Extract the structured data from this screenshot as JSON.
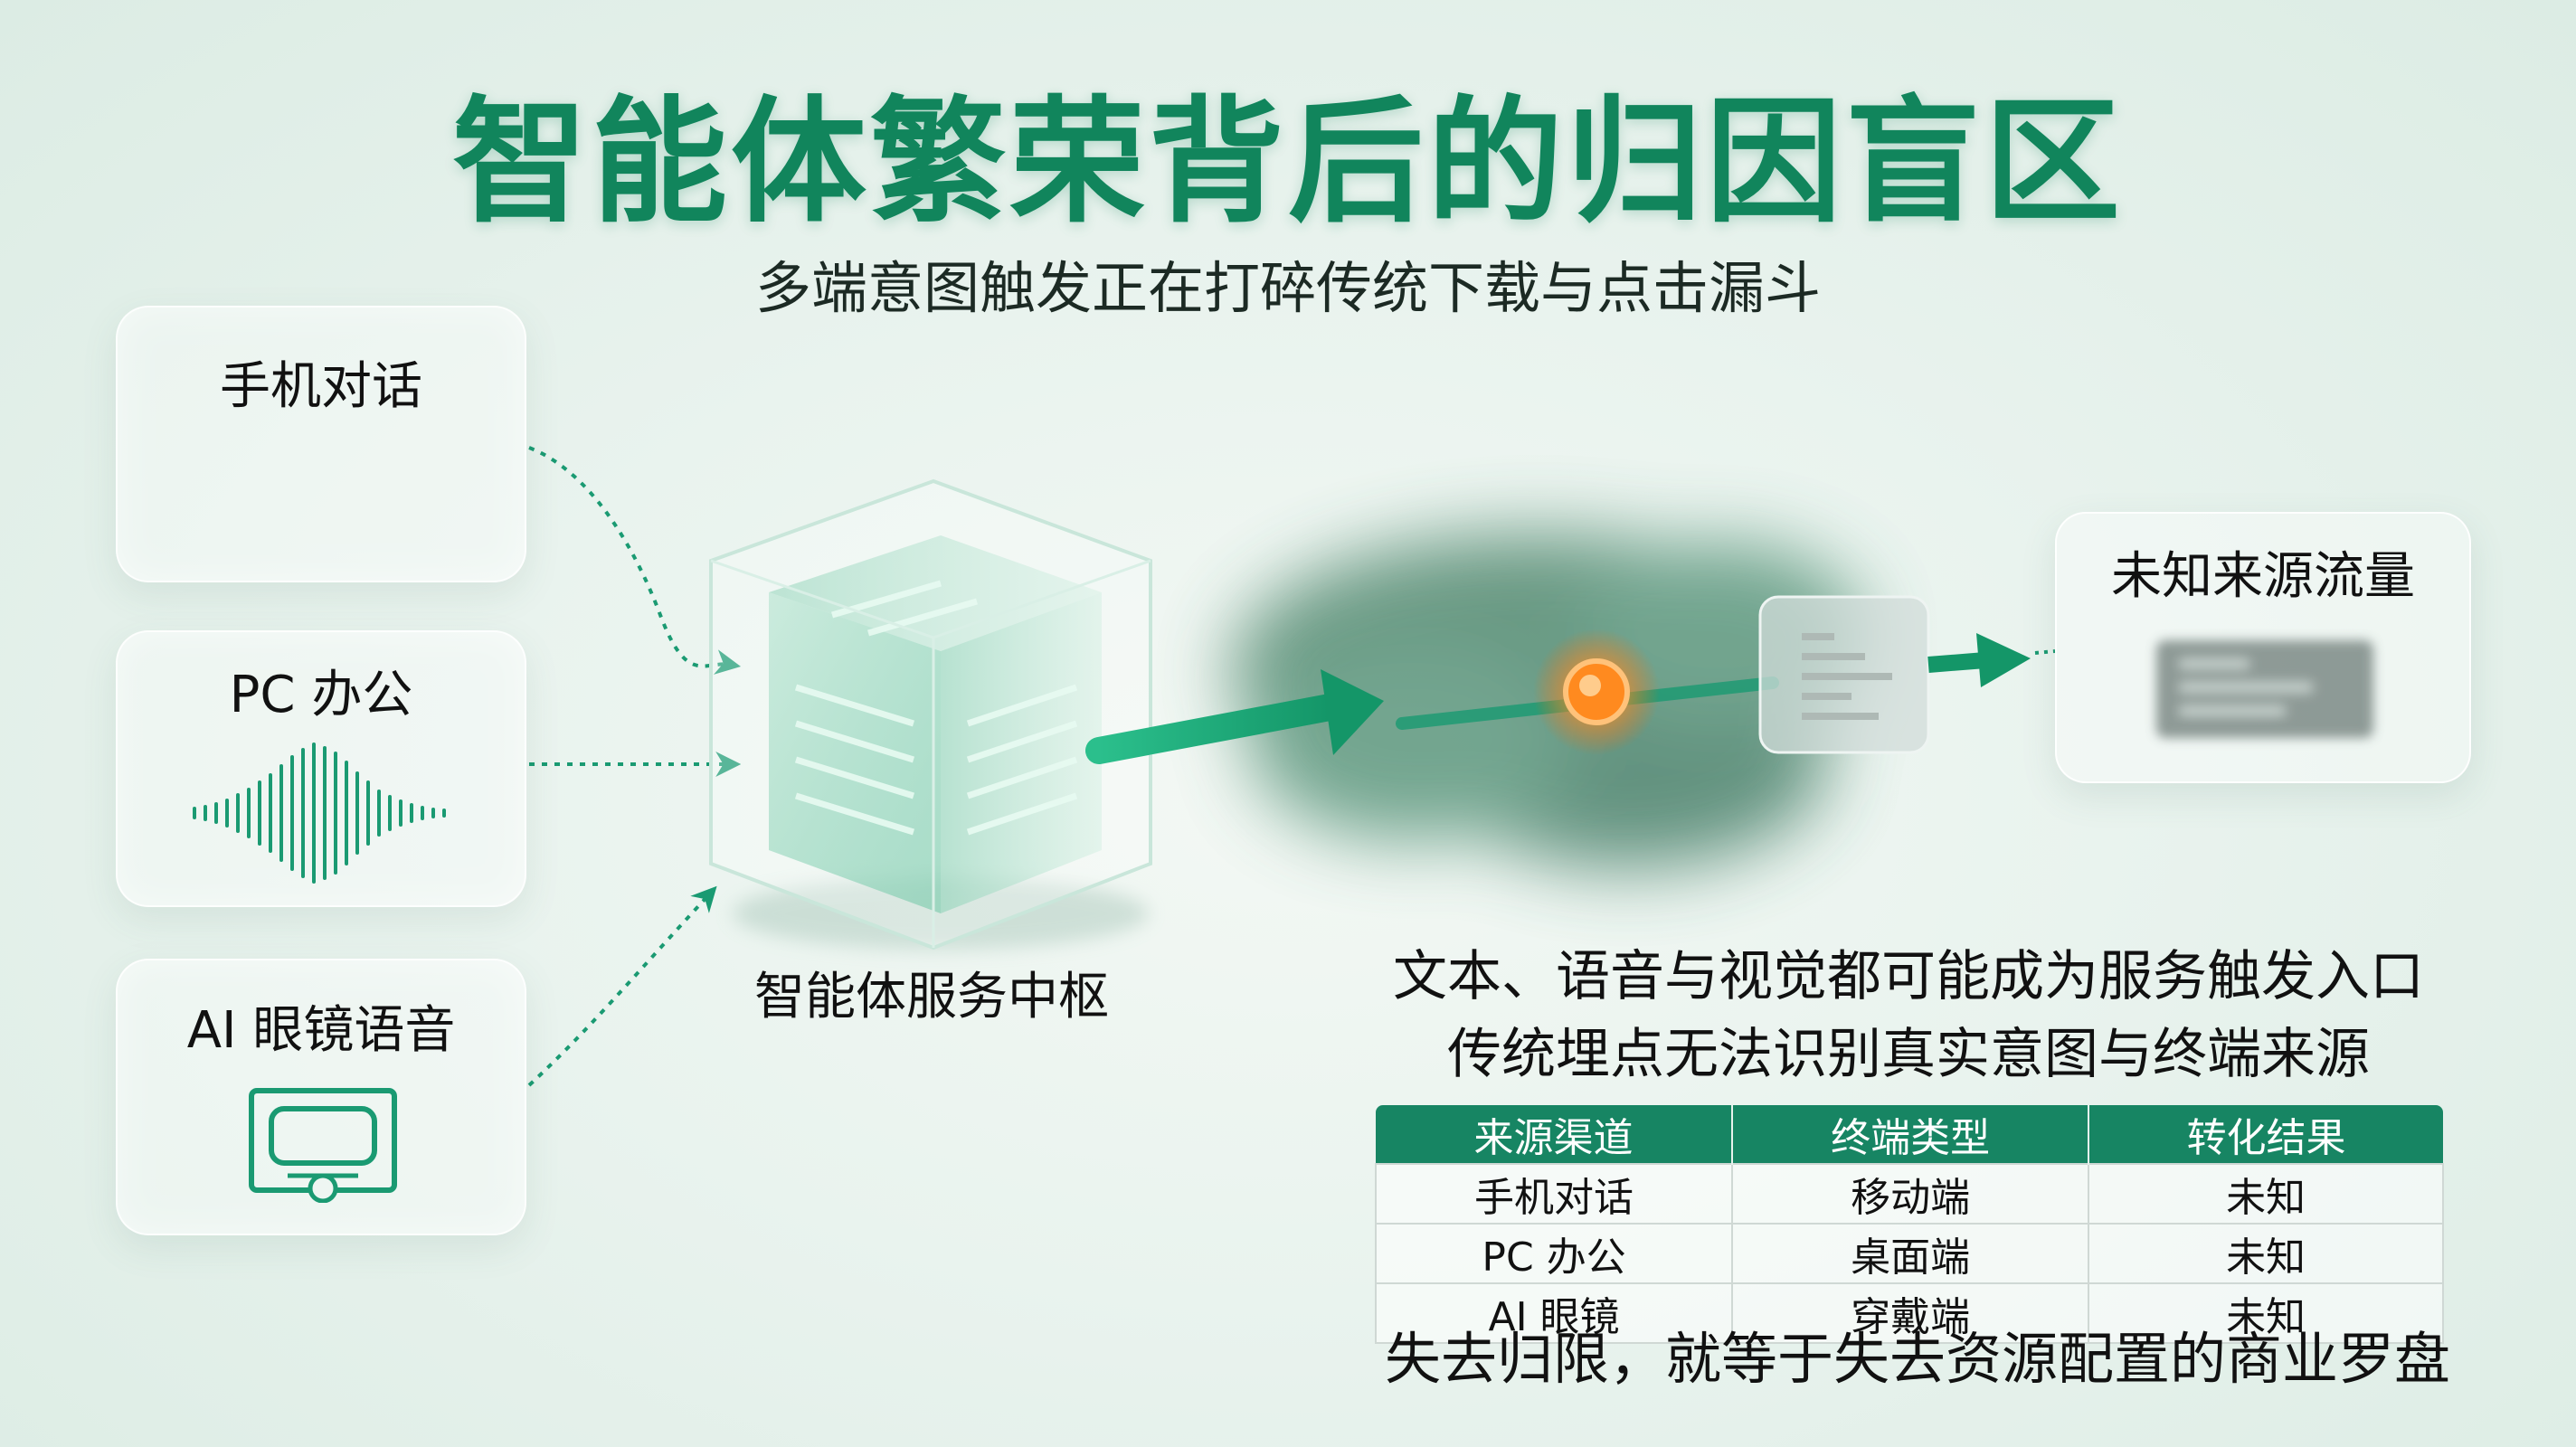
{
  "header": {
    "title": "智能体繁荣背后的归因盲区",
    "subtitle": "多端意图触发正在打碎传统下载与点击漏斗"
  },
  "sources": [
    {
      "label": "手机对话",
      "icon": "chat-icon"
    },
    {
      "label": "PC 办公",
      "icon": "waveform-icon"
    },
    {
      "label": "AI 眼镜语音",
      "icon": "ar-glasses-icon"
    }
  ],
  "hub": {
    "label": "智能体服务中枢",
    "icon": "glass-cube-icon"
  },
  "unknown": {
    "label": "未知来源流量",
    "icon": "blurred-dashboard-icon"
  },
  "notes": {
    "line1": "文本、语音与视觉都可能成为服务触发入口",
    "line2": "传统埋点无法识别真实意图与终端来源"
  },
  "table": {
    "headers": [
      "来源渠道",
      "终端类型",
      "转化结果"
    ],
    "rows": [
      [
        "手机对话",
        "移动端",
        "未知"
      ],
      [
        "PC 办公",
        "桌面端",
        "未知"
      ],
      [
        "AI 眼镜",
        "穿戴端",
        "未知"
      ]
    ]
  },
  "footer": "失去归限，就等于失去资源配置的商业罗盘",
  "colors": {
    "accent": "#11855c",
    "teal": "#1aa37a",
    "glow": "#ff8a1f",
    "header_bg": "#178563"
  }
}
